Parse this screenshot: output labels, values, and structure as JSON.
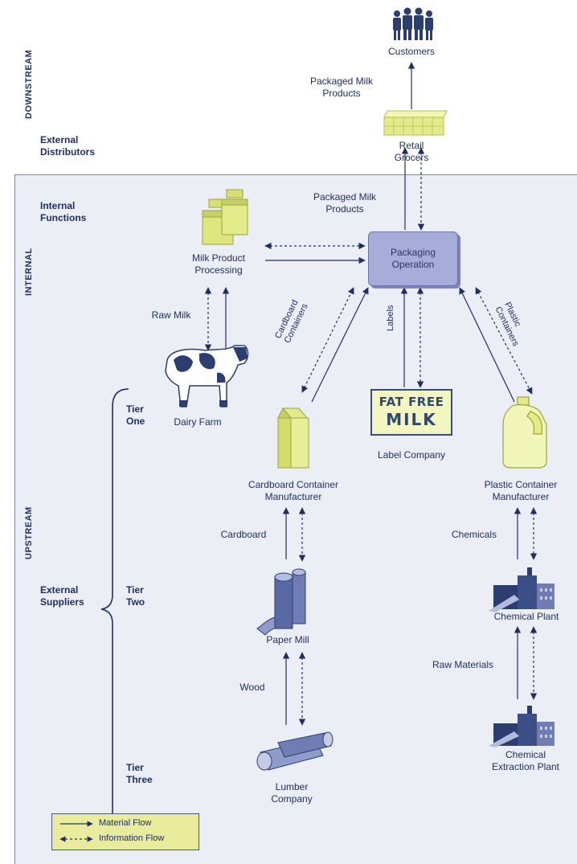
{
  "sections": {
    "downstream": "DOWNSTREAM",
    "internal": "INTERNAL",
    "upstream": "UPSTREAM",
    "external_distributors": [
      "External",
      "Distributors"
    ],
    "internal_functions": [
      "Internal",
      "Functions"
    ],
    "external_suppliers": [
      "External",
      "Suppliers"
    ],
    "tier_one": [
      "Tier",
      "One"
    ],
    "tier_two": [
      "Tier",
      "Two"
    ],
    "tier_three": [
      "Tier",
      "Three"
    ]
  },
  "nodes": {
    "customers": "Customers",
    "retail_grocers": [
      "Retail",
      "Grocers"
    ],
    "packaging_operation": [
      "Packaging",
      "Operation"
    ],
    "milk_processing": [
      "Milk Product",
      "Processing"
    ],
    "dairy_farm": "Dairy Farm",
    "label_company": "Label Company",
    "cardboard_manufacturer": [
      "Cardboard Container",
      "Manufacturer"
    ],
    "plastic_manufacturer": [
      "Plastic Container",
      "Manufacturer"
    ],
    "paper_mill": "Paper Mill",
    "chemical_plant": "Chemical Plant",
    "lumber_company": [
      "Lumber",
      "Company"
    ],
    "chemical_extraction": [
      "Chemical",
      "Extraction Plant"
    ]
  },
  "flows": {
    "packaged_top": [
      "Packaged Milk",
      "Products"
    ],
    "packaged_mid": [
      "Packaged Milk",
      "Products"
    ],
    "raw_milk": "Raw Milk",
    "cardboard_containers": [
      "Cardboard",
      "Containers"
    ],
    "labels": "Labels",
    "plastic_containers": [
      "Plastic",
      "Containers"
    ],
    "cardboard": "Cardboard",
    "chemicals": "Chemicals",
    "wood": "Wood",
    "raw_materials": "Raw Materials"
  },
  "label_art": {
    "line1": "FAT FREE",
    "line2": "MILK"
  },
  "legend": {
    "material": "Material Flow",
    "information": "Information Flow"
  },
  "colors": {
    "navy": "#1f2f63",
    "lime": "#e3ea8a",
    "lavender": "#a8acd8",
    "panel": "#eceef5"
  }
}
